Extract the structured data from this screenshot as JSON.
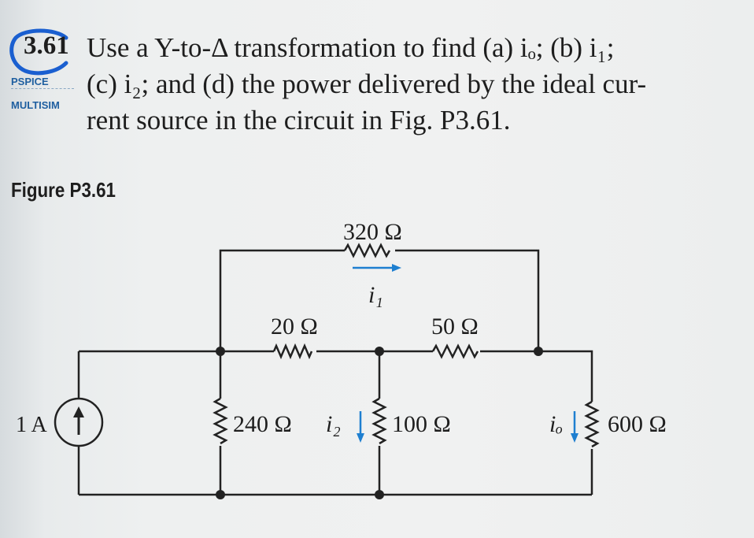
{
  "problem": {
    "number": "3.61",
    "tag_pspice": "PSPICE",
    "tag_multisim": "MULTISIM",
    "lines": [
      "Use a Y-to-Δ transformation to find (a) iₒ; (b) i₁;",
      "(c) i₂; and (d) the power delivered by the ideal cur-",
      "rent source in the circuit in Fig. P3.61."
    ]
  },
  "figure": {
    "caption": "Figure P3.61",
    "components": {
      "r_320": "320 Ω",
      "r_20": "20 Ω",
      "r_50": "50 Ω",
      "r_240": "240 Ω",
      "r_100": "100 Ω",
      "r_600": "600 Ω",
      "source": "1 A",
      "i1": "i₁",
      "i2": "i₂",
      "io": "iₒ"
    },
    "colors": {
      "wire": "#222222",
      "arrow": "#1e7fd0",
      "annotation": "#1a5fd0"
    }
  }
}
